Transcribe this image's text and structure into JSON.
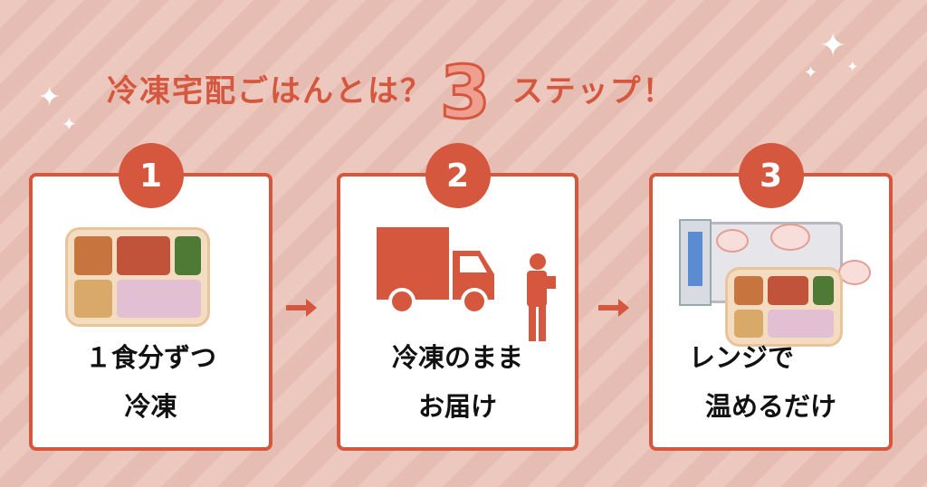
{
  "title": {
    "before": "冷凍宅配ごはんとは？",
    "number": "3",
    "after": "ステップ！"
  },
  "steps": [
    {
      "number": "1",
      "line1": "１食分ずつ",
      "line2": "冷凍"
    },
    {
      "number": "2",
      "line1": "冷凍のまま",
      "line2": "お届け"
    },
    {
      "number": "3",
      "line1": "レンジで",
      "line2": "温めるだけ"
    }
  ],
  "colors": {
    "accent": "#d4573e",
    "background": "#ecc8bf"
  }
}
